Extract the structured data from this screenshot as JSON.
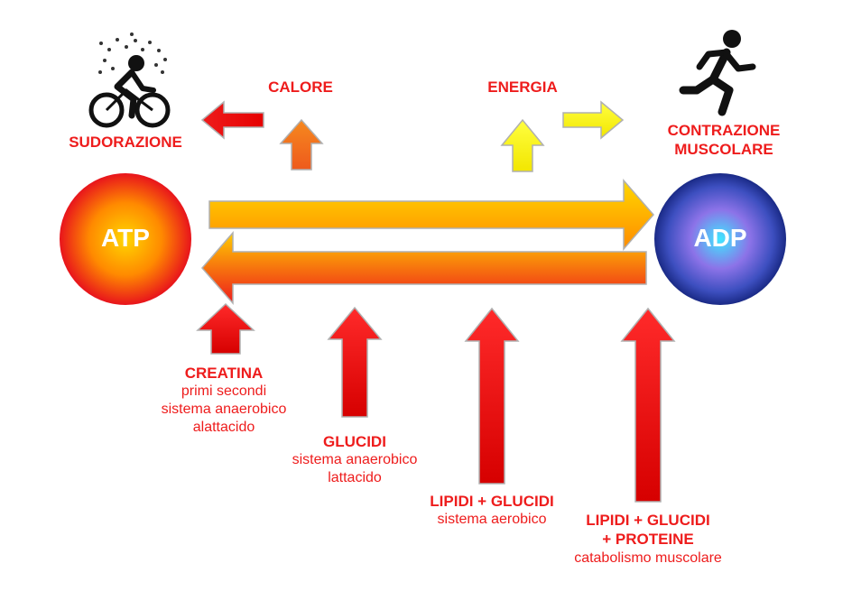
{
  "nodes": {
    "atp": "ATP",
    "adp": "ADP"
  },
  "top_labels": {
    "sudorazione": "SUDORAZIONE",
    "calore": "CALORE",
    "energia": "ENERGIA",
    "contrazione_1": "CONTRAZIONE",
    "contrazione_2": "MUSCOLARE"
  },
  "sources": [
    {
      "title": "CREATINA",
      "lines": [
        "primi secondi",
        "sistema anaerobico",
        "alattacido"
      ]
    },
    {
      "title": "GLUCIDI",
      "lines": [
        "sistema anaerobico",
        "lattacido"
      ]
    },
    {
      "title": "LIPIDI + GLUCIDI",
      "lines": [
        "sistema aerobico"
      ]
    },
    {
      "title": "LIPIDI + GLUCIDI",
      "title2": "+ PROTEINE",
      "lines": [
        "catabolismo muscolare"
      ]
    }
  ],
  "icons": {
    "sweat": "cyclist-sweating-icon",
    "runner": "running-person-icon"
  },
  "colors": {
    "label_red": "#ee1c1c",
    "atp_core": "#ffd400",
    "atp_edge": "#ee1c1c",
    "adp_core": "#40e0ff",
    "adp_edge": "#1a2a8a",
    "calore_arrow": "#f07a1a",
    "energia_arrow": "#ffff00",
    "source_arrow": "#ee1c1c"
  }
}
